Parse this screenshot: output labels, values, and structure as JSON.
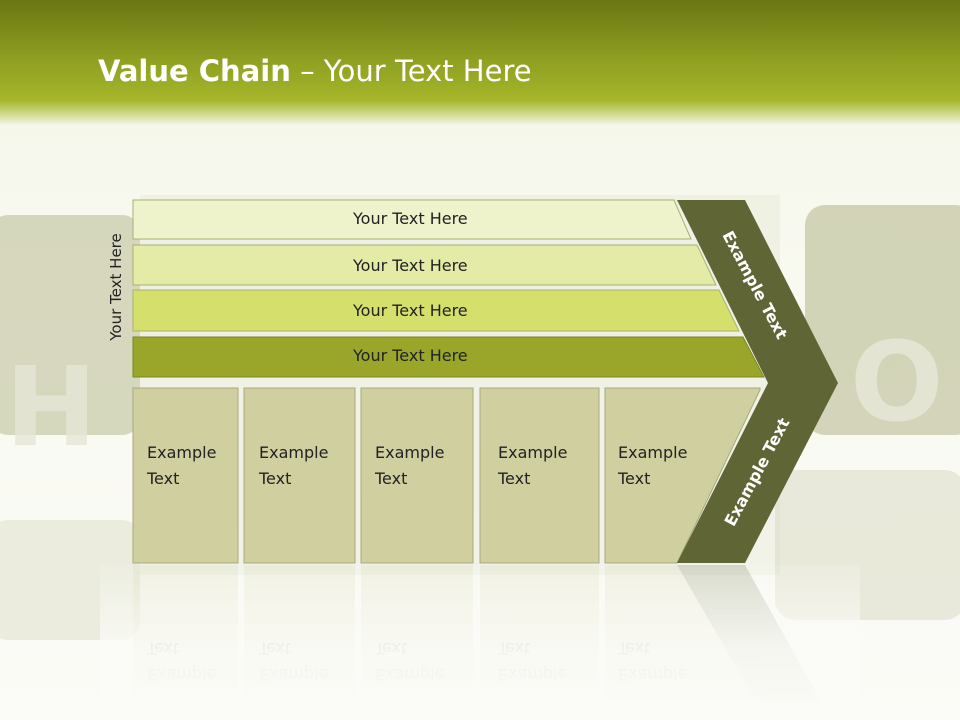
{
  "title": {
    "bold": "Value Chain",
    "rest": " – Your Text Here"
  },
  "side_label": "Your Text Here",
  "bars": [
    {
      "label": "Your Text Here",
      "color": "#eef3cc"
    },
    {
      "label": "Your Text Here",
      "color": "#e3eba6"
    },
    {
      "label": "Your Text Here",
      "color": "#d5df6c"
    },
    {
      "label": "Your Text Here",
      "color": "#9aa62a"
    }
  ],
  "boxes": [
    {
      "label": "Example\nText"
    },
    {
      "label": "Example\nText"
    },
    {
      "label": "Example\nText"
    },
    {
      "label": "Example\nText"
    },
    {
      "label": "Example\nText"
    }
  ],
  "arrow": {
    "upper_label": "Example Text",
    "lower_label": "Example Text",
    "color": "#5f6535"
  },
  "colors": {
    "box_fill": "#cfcfa0",
    "box_stroke": "#a9a97d"
  }
}
